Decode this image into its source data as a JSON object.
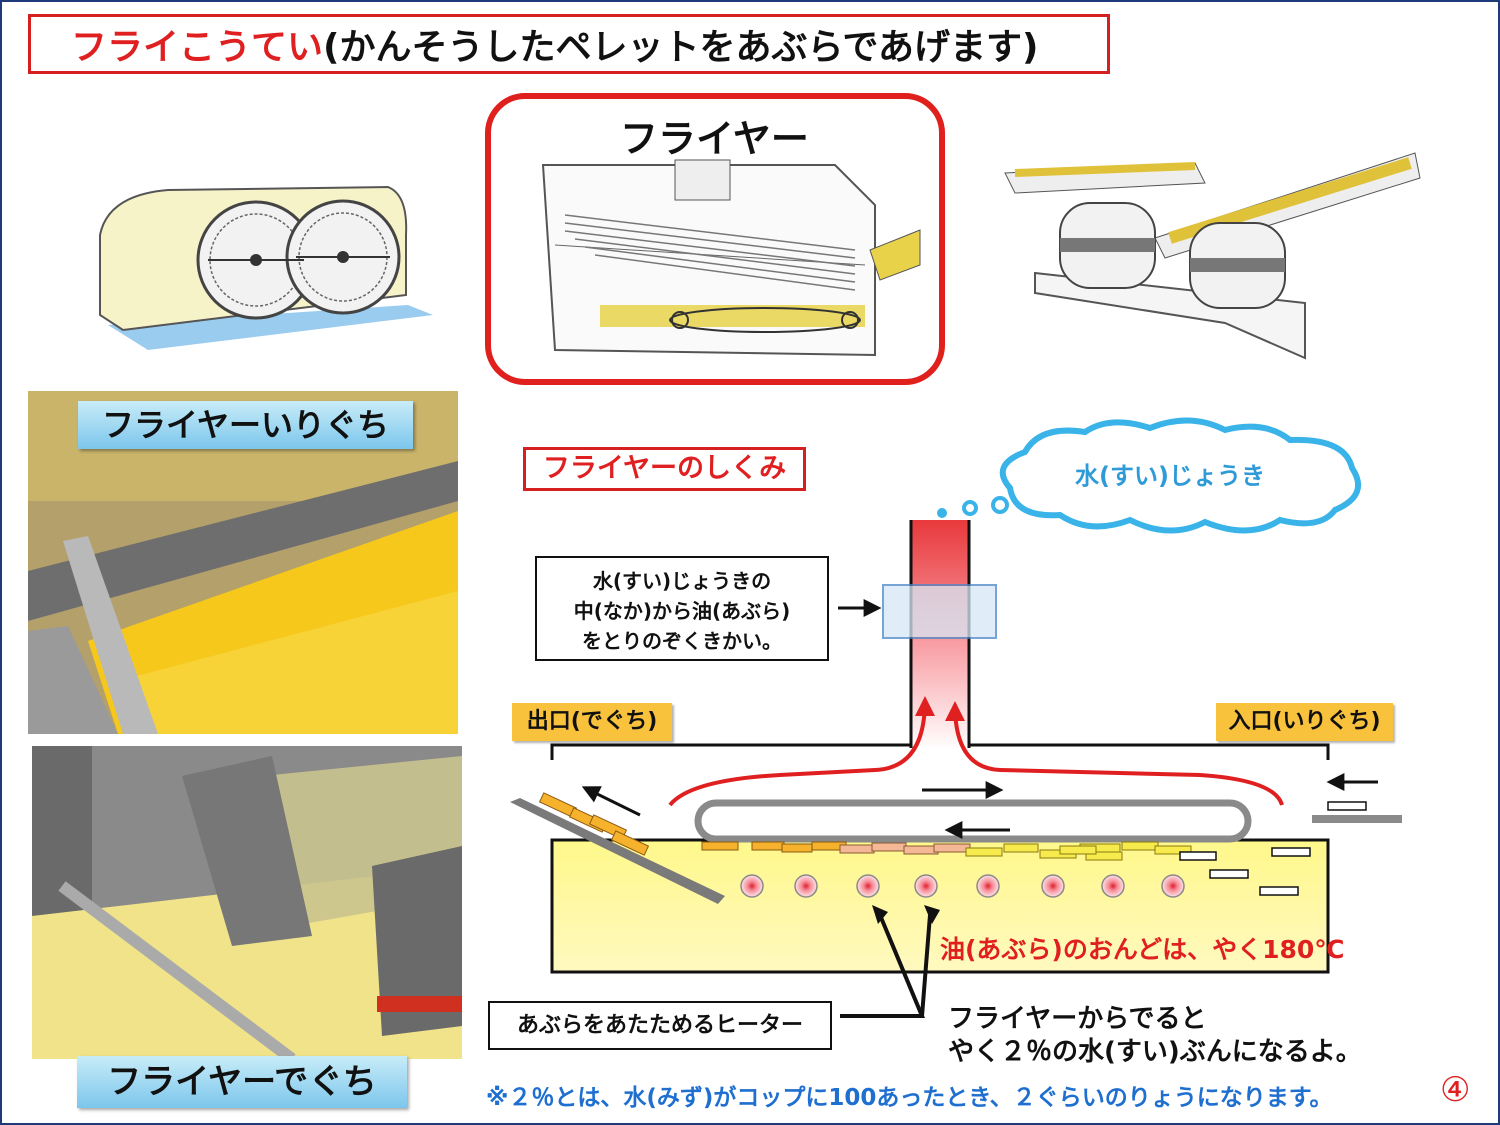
{
  "title": {
    "red_part": "フライこうてい",
    "rest": "(かんそうしたペレットをあぶらであげます)"
  },
  "fryer_label": "フライヤー",
  "photos": {
    "entrance_label": "フライヤーいりぐち",
    "exit_label": "フライヤーでぐち"
  },
  "diagram": {
    "heading": "フライヤーのしくみ",
    "steam_cloud": "水(すい)じょうき",
    "separator_lines": [
      "水(すい)じょうきの",
      "中(なか)から油(あぶら)",
      "をとりのぞくきかい。"
    ],
    "outlet": "出口(でぐち)",
    "inlet": "入口(いりぐち)",
    "oil_temp": "油(あぶら)のおんどは、やく180℃",
    "heater": "あぶらをあたためるヒーター",
    "result_lines": [
      "フライヤーからでると",
      "やく２％の水(すい)ぶんになるよ。"
    ]
  },
  "footnote": "※２％とは、水(みず)がコップに100あったとき、２ぐらいのりょうになります。",
  "page_number": "④",
  "colors": {
    "accent_red": "#e02020",
    "label_blue": "#7cc6ec",
    "label_orange": "#f9c23c",
    "oil_yellow": "#fff27a",
    "footnote_blue": "#1e6fd0"
  }
}
